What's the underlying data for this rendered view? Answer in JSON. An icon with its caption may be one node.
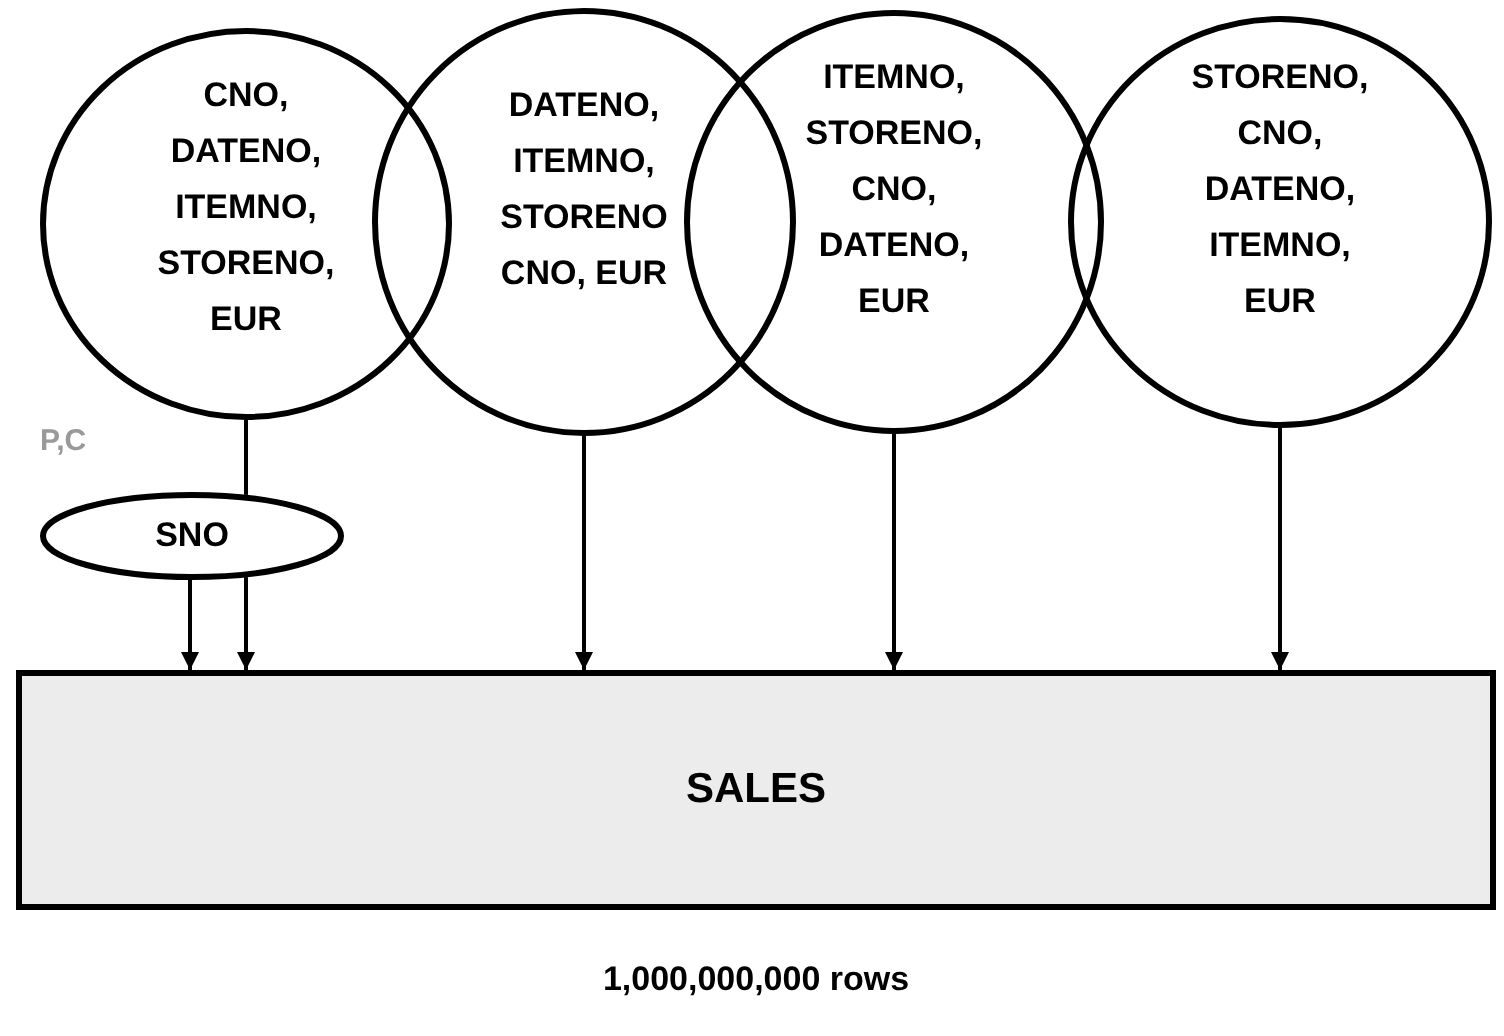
{
  "diagram": {
    "nodes": [
      {
        "text": [
          "CNO, DATENO, ITEMNO, STORENO, EUR"
        ]
      },
      {
        "text": [
          "DATENO, ITEMNO, STORENO CNO, EUR"
        ]
      },
      {
        "text": [
          "ITEMNO, STORENO, CNO, DATENO, EUR"
        ]
      },
      {
        "text": [
          "STORENO, CNO, DATENO, ITEMNO, EUR"
        ]
      },
      {
        "text": [
          "SNO"
        ]
      },
      {
        "text": [
          "SALES"
        ],
        "beside": [
          "1,000,000,000 rows"
        ]
      }
    ],
    "edges": [
      {
        "from": 0,
        "to": 4,
        "arrow": "none"
      },
      {
        "from": 4,
        "to": 5,
        "arrow": "to"
      },
      {
        "from": 4,
        "to": 5,
        "arrow": "to"
      },
      {
        "from": 1,
        "to": 5,
        "arrow": "to"
      },
      {
        "from": 2,
        "to": 5,
        "arrow": "to"
      },
      {
        "from": 3,
        "to": 5,
        "arrow": "to"
      }
    ],
    "labels": [
      "P,C"
    ]
  }
}
